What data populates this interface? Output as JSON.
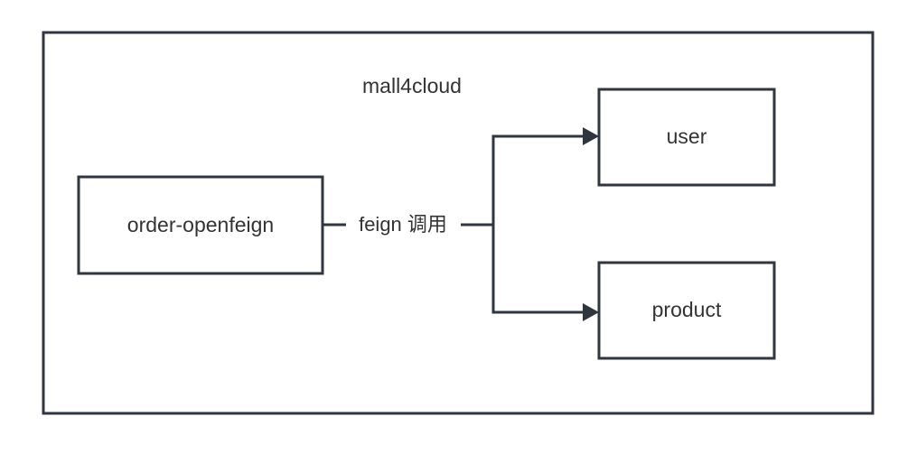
{
  "diagram": {
    "title": "mall4cloud",
    "container": {
      "label": "mall4cloud",
      "name": "mall4cloud-container"
    },
    "nodes": [
      {
        "id": "order-openfeign",
        "label": "order-openfeign"
      },
      {
        "id": "user",
        "label": "user"
      },
      {
        "id": "product",
        "label": "product"
      }
    ],
    "edges": [
      {
        "from": "order-openfeign",
        "to": "user",
        "label": "feign 调用",
        "arrow": "to"
      },
      {
        "from": "order-openfeign",
        "to": "product",
        "label": "feign 调用",
        "arrow": "to"
      }
    ],
    "edge_label": "feign 调用",
    "colors": {
      "stroke": "#2f3640",
      "text": "#333333",
      "background": "#ffffff",
      "node_fill": "#ffffff"
    }
  }
}
